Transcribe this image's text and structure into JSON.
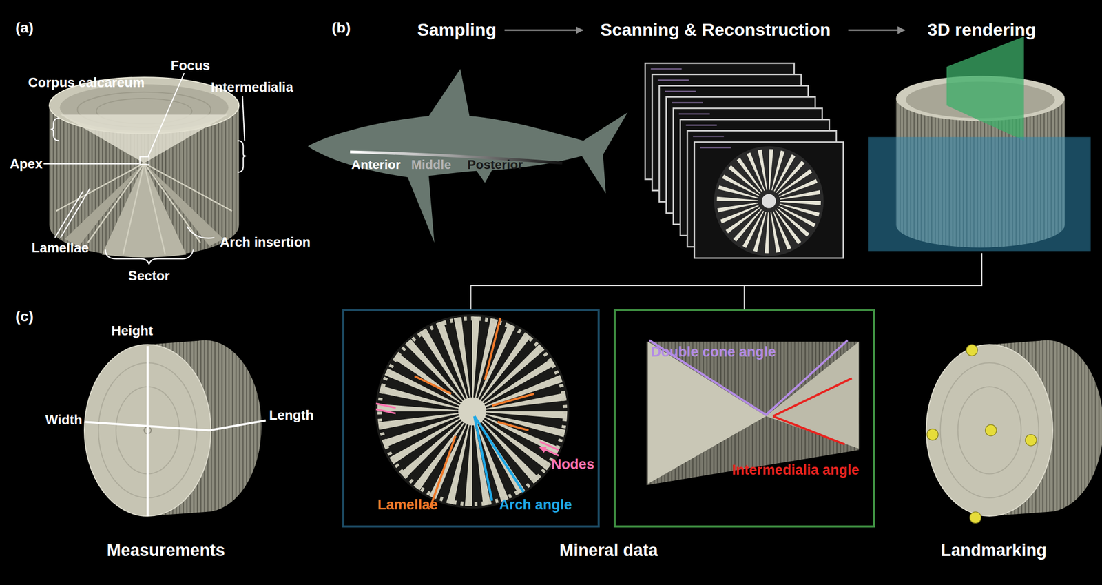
{
  "diagram": {
    "nodes": [
      {
        "text": [
          "Sampling"
        ]
      },
      {
        "text": [
          "Scanning & Reconstruction"
        ]
      },
      {
        "text": [
          "3D rendering"
        ]
      },
      {
        "text": [
          "Lamellae",
          "Nodes",
          "Arch angle"
        ]
      },
      {
        "text": [
          "Double cone angle",
          "Intermedialia angle"
        ]
      }
    ],
    "edges": [
      {
        "from": 0,
        "to": 1,
        "arrow": "to"
      },
      {
        "from": 1,
        "to": 2,
        "arrow": "to"
      },
      {
        "from": 2,
        "to": 3,
        "arrow": "none"
      },
      {
        "from": 2,
        "to": 4,
        "arrow": "none"
      }
    ],
    "labels": [
      "(a)",
      "Corpus calcareum",
      "Focus",
      "Intermedialia",
      "Apex",
      "Lamellae",
      "Arch insertion",
      "Sector",
      "(b)",
      "Anterior",
      "Middle",
      "Posterior",
      "(c)",
      "Height",
      "Width",
      "Length",
      "Measurements",
      "Mineral data",
      "Landmarking"
    ]
  }
}
